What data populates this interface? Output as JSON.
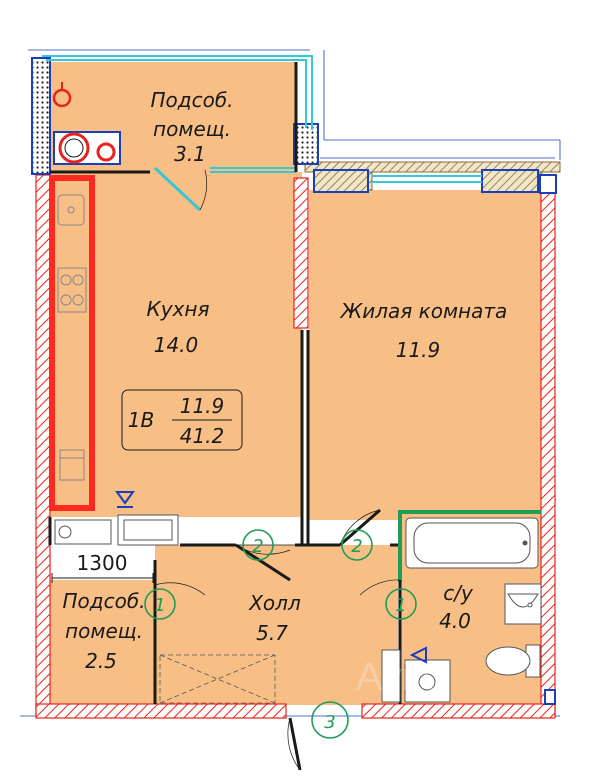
{
  "rooms": {
    "utility_top": {
      "line1": "Подсоб.",
      "line2": "помещ.",
      "area": "3.1"
    },
    "kitchen": {
      "name": "Кухня",
      "area": "14.0"
    },
    "living": {
      "name": "Жилая комната",
      "area": "11.9"
    },
    "hall": {
      "name": "Холл",
      "area": "5.7"
    },
    "utility_bottom": {
      "line1": "Подсоб.",
      "line2": "помещ.",
      "area": "2.5"
    },
    "bathroom": {
      "name": "с/у",
      "area": "4.0"
    }
  },
  "apartment_tag": {
    "type": "1В",
    "living_area": "11.9",
    "total_area": "41.2"
  },
  "dimension": {
    "value": "1300"
  },
  "door_markers": [
    "2",
    "2",
    "1",
    "1",
    "3"
  ],
  "colors": {
    "floor": "#f7be86",
    "wall_hatch": "#e8231c",
    "kitchen_counter": "#ff2a1f",
    "window": "#36c7d4",
    "marker": "#1f9e55",
    "outline": "#1a1a1a",
    "hatch_brown": "#8a6a3a",
    "column_blue": "#1a3fb8"
  },
  "watermark": "Avito"
}
